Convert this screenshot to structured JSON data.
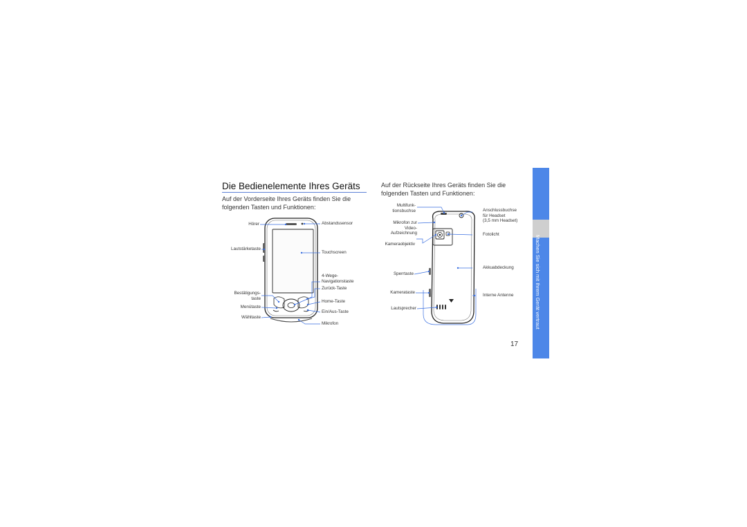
{
  "heading": "Die Bedienelemente Ihres Geräts",
  "front": {
    "intro_line1": "Auf der Vorderseite Ihres Geräts finden Sie die",
    "intro_line2": "folgenden Tasten und Funktionen:",
    "labels": {
      "hoerer": "Hörer",
      "lautstaerke": "Lautstärketaste",
      "bestaetigung1": "Bestätigungs-",
      "bestaetigung2": "taste",
      "menue": "Menütaste",
      "waehl": "Wähltaste",
      "abstand": "Abstandssensor",
      "touch": "Touchscreen",
      "nav1": "4-Wege-",
      "nav2": "Navigationstaste",
      "zurueck": "Zurück-Taste",
      "home": "Home-Taste",
      "einaus": "Ein/Aus-Taste",
      "mikrofon": "Mikrofon"
    }
  },
  "back": {
    "intro_line1": "Auf der Rückseite Ihres Geräts finden Sie die",
    "intro_line2": "folgenden Tasten und Funktionen:",
    "labels": {
      "multi1": "Multifunk-",
      "multi2": "tionsbuchse",
      "mikvideo1": "Mikrofon zur",
      "mikvideo2": "Video-",
      "mikvideo3": "Aufzeichnung",
      "kamobj": "Kameraobjektiv",
      "sperr": "Sperrtaste",
      "kamtaste": "Kamerataste",
      "laut": "Lautsprecher",
      "anschluss1": "Anschlussbuchse",
      "anschluss2": "für Headset",
      "anschluss3": "(3,5 mm Headset)",
      "foto": "Fotolicht",
      "akku": "Akkuabdeckung",
      "antenne": "Interne Antenne"
    }
  },
  "page_number": "17",
  "side_tab": "Machen Sie sich mit Ihrem Gerät vertraut",
  "colors": {
    "accent": "#4d87e8",
    "leader": "#3a6fe0",
    "tab_gray": "#cfcfcf"
  }
}
